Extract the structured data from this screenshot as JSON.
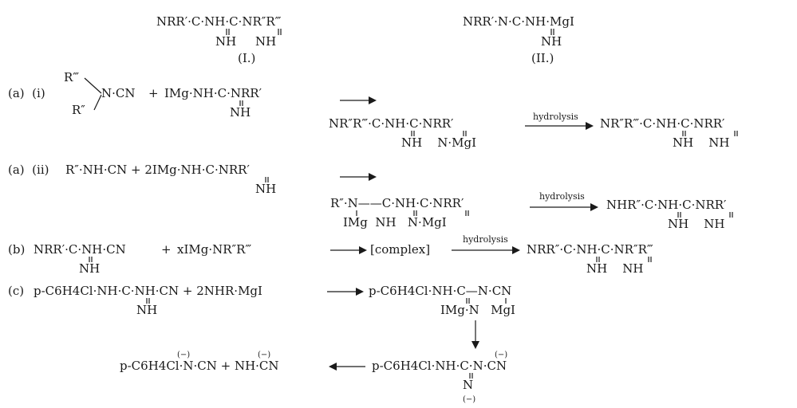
{
  "formula_I": {
    "main": "NRR′·C·NH·C·NR″R‴",
    "sub": "NH     NH",
    "label": "(I.)"
  },
  "formula_II": {
    "main": "NRR′·N·C·NH·MgI",
    "sub": "NH",
    "label": "(II.)"
  },
  "reaction_a_i": {
    "tag": "(a)  (i)",
    "r_upper": "R‴",
    "r_lower": "R″",
    "reagent_1": "N·CN",
    "plus": "+",
    "reagent_2": "IMg·NH·C·NRR′",
    "reagent_2_sub": "NH",
    "intermediate": "NR″R‴·C·NH·C·NRR′",
    "intermediate_sub": "NH    N·MgI",
    "arrow_label": "hydrolysis",
    "product": "NR″R‴·C·NH·C·NRR′",
    "product_sub": "NH    NH"
  },
  "reaction_a_ii": {
    "tag": "(a)  (ii)",
    "reagents": "R″·NH·CN + 2IMg·NH·C·NRR′",
    "reagents_sub": "NH",
    "intermediate": "R″·N——C·NH·C·NRR′",
    "intermediate_sub": "IMg  NH   N·MgI",
    "arrow_label": "hydrolysis",
    "product": "NHR″·C·NH·C·NRR′",
    "product_sub": "NH    NH"
  },
  "reaction_b": {
    "tag": "(b)",
    "reagent_1": "NRR′·C·NH·CN",
    "reagent_1_sub": "NH",
    "plus": "+",
    "reagent_2": "xIMg·NR″R‴",
    "intermediate": "[complex]",
    "arrow_label": "hydrolysis",
    "product": "NRR″·C·NH·C·NR″R‴",
    "product_sub": "NH    NH"
  },
  "reaction_c": {
    "tag": "(c)",
    "reagents": "p-C6H4Cl·NH·C·NH·CN + 2NHR·MgI",
    "reagents_sub": "NH",
    "intermediate": "p-C6H4Cl·NH·C—N·CN",
    "intermediate_sub": "IMg·N   MgI",
    "anion": "p-C6H4Cl·NH·C·N·CN",
    "anion_sub": "N",
    "products": "p-C6H4Cl·N·CN + NH·CN",
    "charge": "(−)"
  }
}
